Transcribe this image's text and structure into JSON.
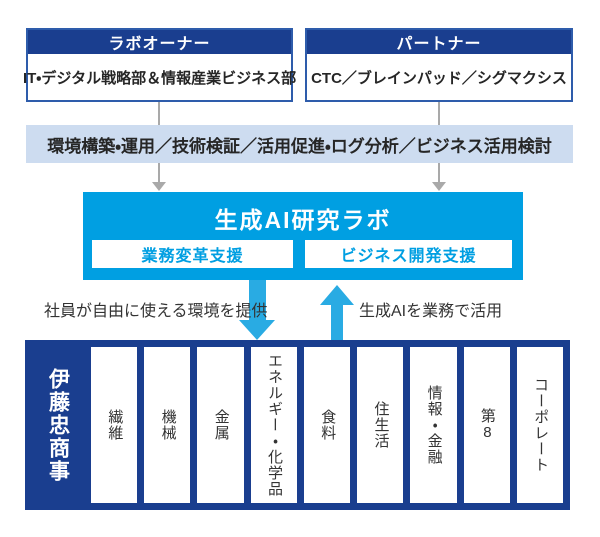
{
  "diagram": {
    "lab_owner": {
      "header": "ラボオーナー",
      "body": "IT・デジタル戦略部＆情報産業ビジネス部"
    },
    "partner": {
      "header": "パートナー",
      "body": "CTC／ブレインパッド／シグマクシス"
    },
    "activities_band": "環境構築・運用／技術検証／活用促進・ログ分析／ビジネス活用検討",
    "lab": {
      "title": "生成AI研究ラボ",
      "support_left": "業務変革支援",
      "support_right": "ビジネス開発支援"
    },
    "down_arrow_label": "社員が自由に使える環境を提供",
    "up_arrow_label": "生成AIを業務で活用",
    "company": {
      "name": "伊藤忠商事",
      "divisions": [
        "繊維",
        "機械",
        "金属",
        "エネルギー・化学品",
        "食料",
        "住生活",
        "情報・金融",
        "第8",
        "コーポレート"
      ]
    },
    "colors": {
      "navy": "#1a3e8f",
      "border_blue": "#2e5cab",
      "band_bg": "#cddcf0",
      "bright_blue": "#009fe2",
      "arrow_blue": "#29abe3",
      "gray": "#a9a9a9"
    }
  }
}
